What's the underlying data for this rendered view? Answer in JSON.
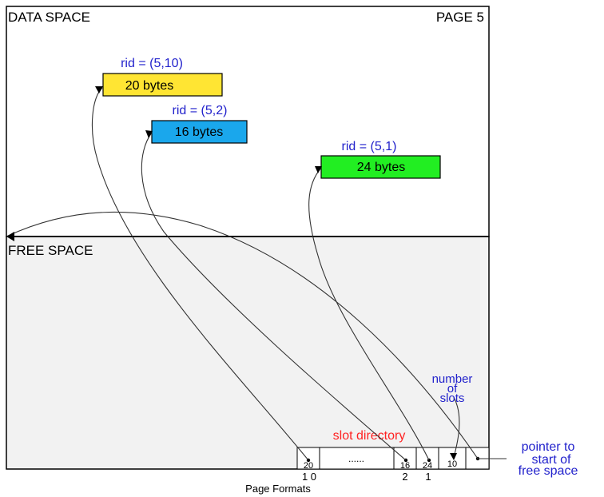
{
  "page": {
    "data_space_label": "DATA SPACE",
    "page_label": "PAGE 5",
    "free_space_label": "FREE SPACE",
    "caption": "Page Formats"
  },
  "records": [
    {
      "rid": "rid = (5,10)",
      "size_label": "20 bytes",
      "color": "#ffe533"
    },
    {
      "rid": "rid = (5,2)",
      "size_label": "16 bytes",
      "color": "#1aa7ec"
    },
    {
      "rid": "rid = (5,1)",
      "size_label": "24 bytes",
      "color": "#22ee22"
    }
  ],
  "slot_directory": {
    "title": "slot directory",
    "title_color": "#ff2222",
    "slots": [
      {
        "value": "20",
        "slot_number": "1 0"
      },
      {
        "value": "......",
        "slot_number": ""
      },
      {
        "value": "16",
        "slot_number": "2"
      },
      {
        "value": "24",
        "slot_number": "1"
      },
      {
        "value": "10",
        "slot_number": ""
      }
    ]
  },
  "annotations": {
    "number_of_slots": [
      "number",
      "of",
      "slots"
    ],
    "free_space_pointer": [
      "pointer to",
      "start of",
      "free space"
    ],
    "color": "#2222cc"
  },
  "colors": {
    "free_space_fill": "#f2f2f2",
    "outline": "#000000",
    "rid_text": "#2222cc"
  }
}
